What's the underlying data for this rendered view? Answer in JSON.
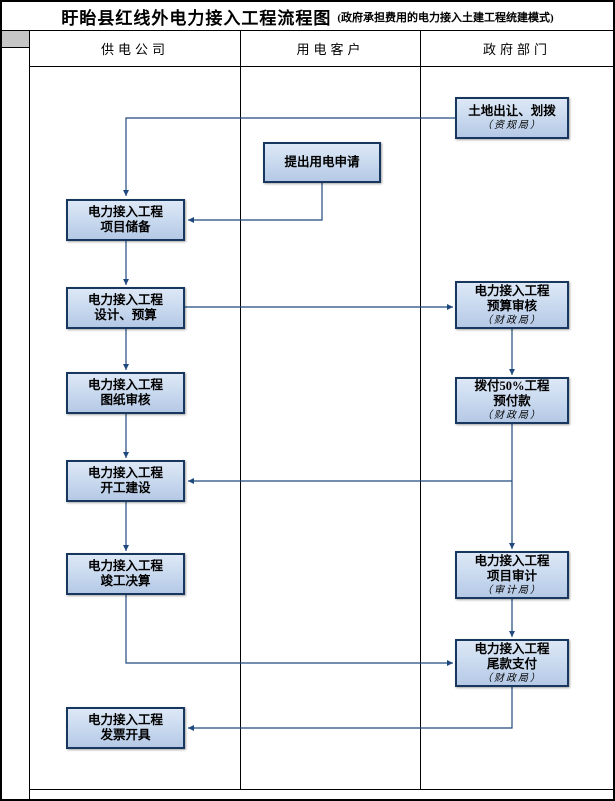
{
  "title": {
    "main": "盱眙县红线外电力接入工程流程图",
    "subtitle": "(政府承担费用的电力接入土建工程统建模式)"
  },
  "lanes": {
    "supply": "供电公司",
    "customer": "用电客户",
    "government": "政府部门"
  },
  "nodes": {
    "land_grant": {
      "line1": "土地出让、划拨",
      "dept": "（资规局）"
    },
    "apply": {
      "line1": "提出用电申请"
    },
    "project_reserve": {
      "line1": "电力接入工程",
      "line2": "项目储备"
    },
    "design_budget": {
      "line1": "电力接入工程",
      "line2": "设计、预算"
    },
    "budget_review": {
      "line1": "电力接入工程",
      "line2": "预算审核",
      "dept": "（财政局）"
    },
    "prepayment": {
      "line1": "拨付50%工程",
      "line2": "预付款",
      "dept": "（财政局）"
    },
    "drawing_review": {
      "line1": "电力接入工程",
      "line2": "图纸审核"
    },
    "construction": {
      "line1": "电力接入工程",
      "line2": "开工建设"
    },
    "final_account": {
      "line1": "电力接入工程",
      "line2": "竣工决算"
    },
    "audit": {
      "line1": "电力接入工程",
      "line2": "项目审计",
      "dept": "（审计局）"
    },
    "final_payment": {
      "line1": "电力接入工程",
      "line2": "尾款支付",
      "dept": "（财政局）"
    },
    "invoice": {
      "line1": "电力接入工程",
      "line2": "发票开具"
    }
  },
  "colors": {
    "node_border": "#17375E",
    "node_fill": "#C7D8EE",
    "connector": "#1F497D"
  }
}
